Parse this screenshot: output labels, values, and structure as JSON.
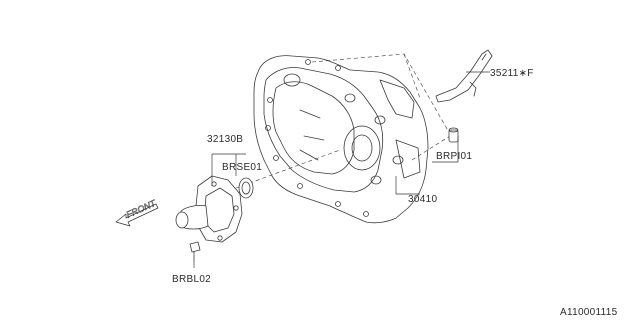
{
  "labels": {
    "part_35211f": "35211∗F",
    "part_32130b": "32130B",
    "part_brse01": "BRSE01",
    "part_brpi01": "BRPI01",
    "part_30410": "30410",
    "part_brbl02": "BRBL02",
    "front": "FRONT",
    "diagram_id": "A110001115"
  }
}
